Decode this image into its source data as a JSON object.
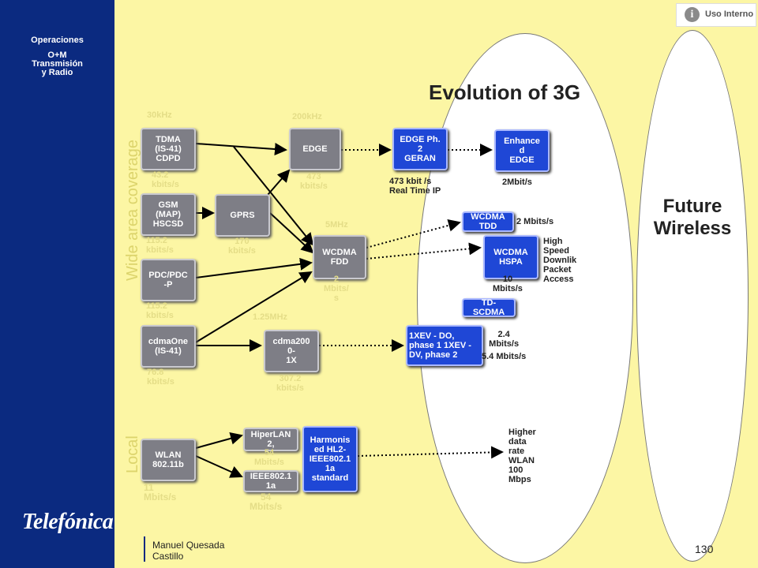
{
  "sidebar": {
    "title_lines": [
      "Operaciones",
      "O+M",
      "Transmisión",
      "y Radio"
    ],
    "logo": "Telefónica"
  },
  "badge": {
    "icon": "i",
    "text": "Uso Interno"
  },
  "slide": {
    "title": "Evolution of 3G",
    "future": [
      "Future",
      "Wireless"
    ],
    "wide_area": "Wide area coverage",
    "local": "Local"
  },
  "boxes": {
    "tdma": [
      "TDMA",
      "(IS-41)",
      "CDPD"
    ],
    "gsm": [
      "GSM",
      "(MAP)",
      "HSCSD"
    ],
    "pdc": [
      "PDC/PDC",
      "-P"
    ],
    "cdmaone": [
      "cdmaOne",
      "(IS-41)"
    ],
    "gprs": [
      "GPRS"
    ],
    "edge": [
      "EDGE"
    ],
    "wcdma_fdd": [
      "WCDMA",
      "FDD"
    ],
    "cdma2000": [
      "cdma200",
      "0-",
      "1X"
    ],
    "edge_ph2": [
      "EDGE Ph.",
      "2",
      "GERAN"
    ],
    "enhanced_edge": [
      "Enhance",
      "d",
      "EDGE"
    ],
    "wcdma_tdd": [
      "WCDMA",
      "TDD"
    ],
    "wcdma_hspa": [
      "WCDMA",
      "HSPA"
    ],
    "td_scdma": [
      "TD-",
      "SCDMA"
    ],
    "xev": [
      "1XEV - DO,",
      "phase 1 1XEV -",
      "DV, phase 2"
    ],
    "wlan": [
      "WLAN",
      "802.11b"
    ],
    "hiperlan": [
      "HiperLAN",
      "2,"
    ],
    "ieee80211a": [
      "IEEE802.1",
      "1a"
    ],
    "harmonised": [
      "Harmonis",
      "ed HL2-",
      "IEEE802.1",
      "1a",
      "standard"
    ]
  },
  "labels": {
    "khz30": "30kHz",
    "khz200": "200kHz",
    "mhz5": "5MHz",
    "mhz125": "1.25MHz",
    "tdma_rate": [
      "43.2",
      "kbits/s"
    ],
    "gsm_rate": [
      "115.2",
      "kbits/s"
    ],
    "pdc_rate": [
      "115.2",
      "kbits/s"
    ],
    "cdmaone_rate": [
      "76.8",
      "kbits/s"
    ],
    "gprs_rate": [
      "170",
      "kbits/s"
    ],
    "edge_rate": [
      "473",
      "kbits/s"
    ],
    "wcdma_rate": [
      "2",
      "Mbits/",
      "s"
    ],
    "cdma2000_rate": [
      "307.2",
      "kbits/s"
    ],
    "edge_ph2_rate": [
      "473 kbit /s",
      "Real Time IP"
    ],
    "enhanced_edge_rate": "2Mbit/s",
    "tdd_rate": "2 Mbits/s",
    "hspa_desc": [
      "High",
      "Speed",
      "Downlik",
      "Packet",
      "Access"
    ],
    "hspa_rate": [
      "10",
      "Mbits/s"
    ],
    "xev_rate": [
      "2.4",
      "Mbits/s",
      "5.4 Mbits/s"
    ],
    "wlan_rate": [
      "11",
      "Mbits/s"
    ],
    "hiperlan_rate": [
      "54",
      "Mbits/s"
    ],
    "ieee_rate": [
      "54",
      "Mbits/s"
    ],
    "higher": [
      "Higher",
      "data",
      "rate",
      "WLAN",
      "100",
      "Mbps"
    ]
  },
  "footer": {
    "author": [
      "Manuel Quesada",
      "Castillo"
    ],
    "page": "130"
  },
  "colors": {
    "background": "#fcf6a4",
    "sidebar": "#0b2a80",
    "box_gray": "#7e7e86",
    "box_blue": "#1f47d6"
  }
}
